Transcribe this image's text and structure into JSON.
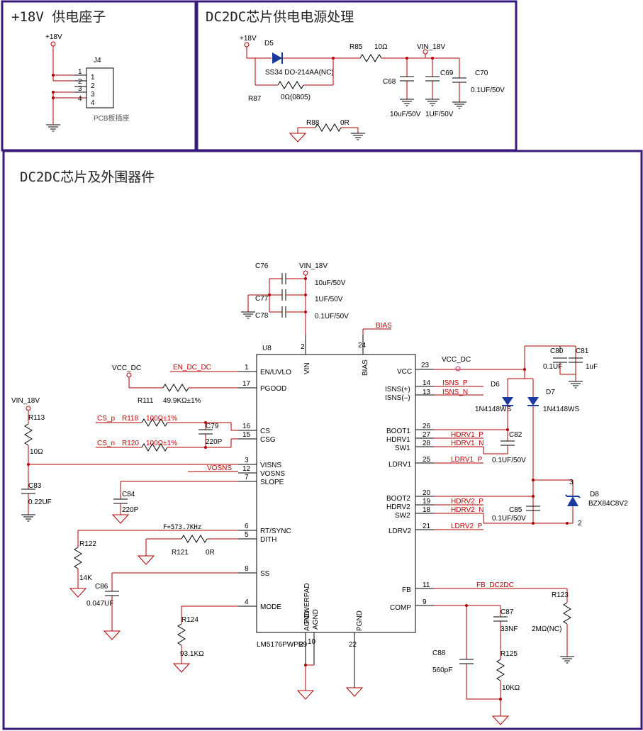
{
  "titles": {
    "power_in": "+18V 供电座子",
    "power_proc": "DC2DC芯片供电电源处理",
    "main": "DC2DC芯片及外围器件"
  },
  "j4": {
    "net": "+18V",
    "ref": "J4",
    "pins": [
      "1",
      "2",
      "3",
      "4"
    ],
    "name": "PCB板插座"
  },
  "supply": {
    "in_net": "+18V",
    "d5_ref": "D5",
    "d5_part": "SS34 DO-214AA(NC)",
    "r87_ref": "R87",
    "r87_val": "0Ω(0805)",
    "r85_ref": "R85",
    "r85_val": "10Ω",
    "out_net": "VIN_18V",
    "c68_ref": "C68",
    "c69_ref": "C69",
    "c70_ref": "C70",
    "c68_val": "10uF/50V",
    "c69_val": "1UF/50V",
    "c70_val": "0.1UF/50V",
    "r88_ref": "R88",
    "r88_val": "0R"
  },
  "chip": {
    "ref": "U8",
    "part": "LM5176PWPR",
    "left_pins": [
      {
        "num": "1",
        "name": "EN/UVLO"
      },
      {
        "num": "17",
        "name": "PGOOD"
      },
      {
        "num": "16",
        "name": "CS"
      },
      {
        "num": "15",
        "name": "CSG"
      },
      {
        "num": "3",
        "name": "VISNS"
      },
      {
        "num": "12",
        "name": "VOSNS"
      },
      {
        "num": "7",
        "name": "SLOPE"
      },
      {
        "num": "6",
        "name": "RT/SYNC"
      },
      {
        "num": "5",
        "name": "DITH"
      },
      {
        "num": "8",
        "name": "SS"
      },
      {
        "num": "4",
        "name": "MODE"
      }
    ],
    "right_pins": [
      {
        "num": "23",
        "name": "VCC"
      },
      {
        "num": "14",
        "name": "ISNS(+)"
      },
      {
        "num": "13",
        "name": "ISNS(–)"
      },
      {
        "num": "26",
        "name": "BOOT1"
      },
      {
        "num": "27",
        "name": "HDRV1"
      },
      {
        "num": "28",
        "name": "SW1"
      },
      {
        "num": "25",
        "name": "LDRV1"
      },
      {
        "num": "20",
        "name": "BOOT2"
      },
      {
        "num": "19",
        "name": "HDRV2"
      },
      {
        "num": "18",
        "name": "SW2"
      },
      {
        "num": "21",
        "name": "LDRV2"
      },
      {
        "num": "11",
        "name": "FB"
      },
      {
        "num": "9",
        "name": "COMP"
      }
    ],
    "top_pins": [
      {
        "num": "2",
        "name": "VIN"
      },
      {
        "num": "24",
        "name": "BIAS"
      }
    ],
    "bottom_pins": [
      {
        "num": "29",
        "name": "POWERPAD"
      },
      {
        "num": "10",
        "name": "AGND"
      },
      {
        "num": "",
        "name": "AGND"
      },
      {
        "num": "22",
        "name": "PGND"
      }
    ]
  },
  "nets": {
    "en": "EN_DC_DC",
    "bias": "BIAS",
    "vcc_dc_left": "VCC_DC",
    "vcc_dc_right": "VCC_DC",
    "vin_top": "VIN_18V",
    "vin_left": "VIN_18V",
    "cs_p": "CS_p",
    "cs_n": "CS_n",
    "vosns": "VOSNS",
    "isns_p": "ISNS_P",
    "isns_n": "ISNS_N",
    "hdrv1_p": "HDRV1_P",
    "hdrv1_n": "HDRV1_N",
    "ldrv1_p": "LDRV1_P",
    "hdrv2_p": "HDRV2_P",
    "hdrv2_n": "HDRV2_N",
    "ldrv2_p": "LDRV2_P",
    "fb": "FB_DC2DC",
    "freq": "F=573.7KHz"
  },
  "parts": {
    "c76": "C76",
    "c77": "C77",
    "c78": "C78",
    "c76_val": "10uF/50V",
    "c77_val": "1UF/50V",
    "c78_val": "0.1UF/50V",
    "r111": "R111",
    "r111_val": "49.9KΩ±1%",
    "r118": "R118",
    "r118_val": "100Ω±1%",
    "r120": "R120",
    "r120_val": "100Ω±1%",
    "c79": "C79",
    "c79_val": "220P",
    "r113": "R113",
    "r113_val": "10Ω",
    "c83": "C83",
    "c83_val": "0.22UF",
    "c84": "C84",
    "c84_val": "220P",
    "r122": "R122",
    "r122_val": "14K",
    "r121": "R121",
    "r121_val": "0R",
    "c86": "C86",
    "c86_val": "0.047UF",
    "r124": "R124",
    "r124_val": "93.1KΩ",
    "c80": "C80",
    "c80_val": "0.1UF",
    "c81": "C81",
    "c81_val": "1uF",
    "d6": "D6",
    "d6_val": "1N4148WS",
    "d7": "D7",
    "d7_val": "1N4148WS",
    "c82": "C82",
    "c82_val": "0.1UF/50V",
    "c85": "C85",
    "c85_val": "0.1UF/50V",
    "d8": "D8",
    "d8_val": "BZX84C8V2",
    "r123": "R123",
    "r123_val": "2MΩ(NC)",
    "c87": "C87",
    "c87_val": "33NF",
    "c88": "C88",
    "c88_val": "560pF",
    "r125": "R125",
    "r125_val": "10KΩ"
  },
  "colors": {
    "wire": "#b00000",
    "frame": "#3a1a7a",
    "net_text": "#c00000"
  }
}
